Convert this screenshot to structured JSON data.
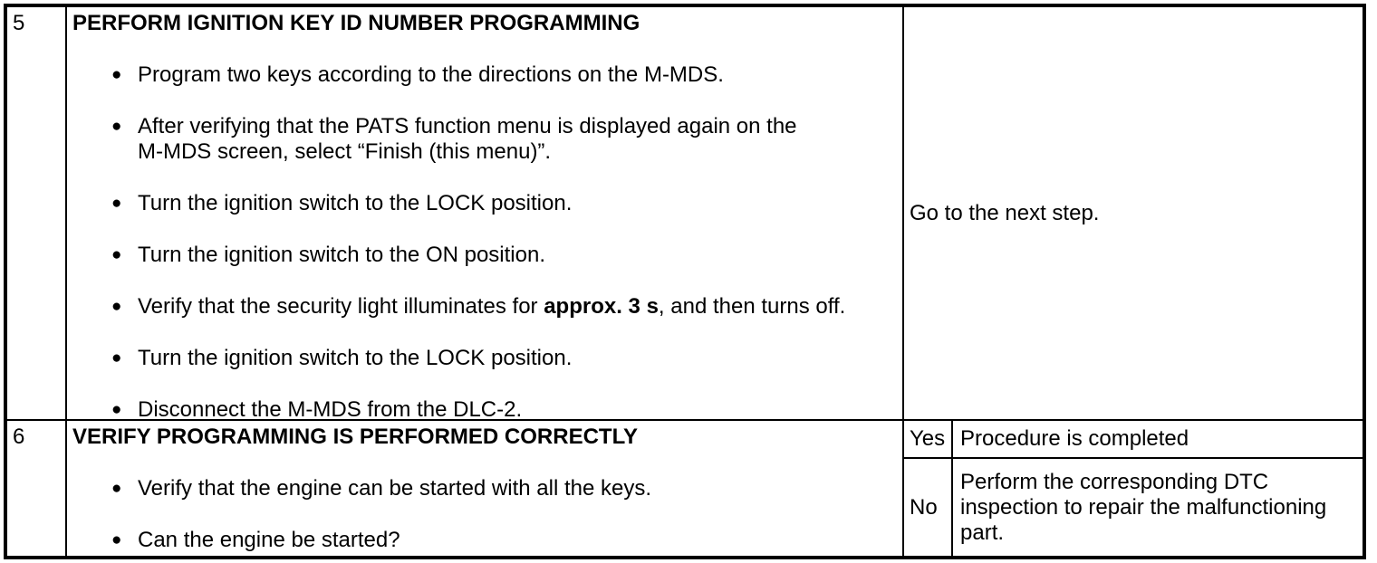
{
  "table": {
    "bullet_glyph": "●",
    "rows": [
      {
        "step": "5",
        "title": "PERFORM IGNITION KEY ID NUMBER PROGRAMMING",
        "bullets": [
          {
            "text": "Program two keys according to the directions on the M-MDS."
          },
          {
            "text": "After verifying that the PATS function menu is displayed again on the\nM-MDS screen, select “Finish (this menu)”."
          },
          {
            "text": "Turn the ignition switch to the LOCK position."
          },
          {
            "text": "Turn the ignition switch to the ON position."
          },
          {
            "pre": "Verify that the security light illuminates for ",
            "bold": "approx. 3 s",
            "post": ", and then turns off."
          },
          {
            "text": "Turn the ignition switch to the LOCK position."
          },
          {
            "text": "Disconnect the M-MDS from the DLC-2."
          }
        ],
        "action": "Go to the next step."
      },
      {
        "step": "6",
        "title": "VERIFY PROGRAMMING IS PERFORMED CORRECTLY",
        "bullets": [
          {
            "text": "Verify that the engine can be started with all the keys."
          },
          {
            "text": "Can the engine be started?"
          }
        ],
        "results": [
          {
            "answer": "Yes",
            "action": "Procedure is completed"
          },
          {
            "answer": "No",
            "action": "Perform the corresponding DTC\ninspection to repair the malfunctioning\npart."
          }
        ]
      }
    ]
  }
}
